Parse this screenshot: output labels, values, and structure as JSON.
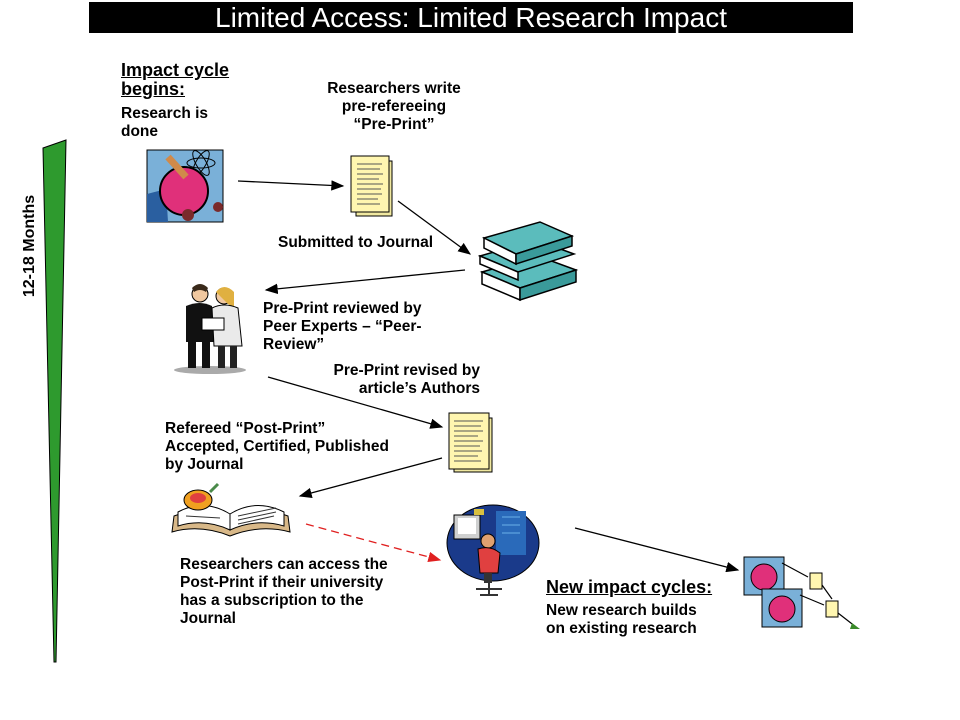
{
  "title": "Limited Access: Limited Research Impact",
  "timeline": {
    "label": "12-18 Months",
    "color": "#2e9a2e"
  },
  "steps": {
    "begin_heading": "Impact cycle begins:",
    "begin_text": "Research is done",
    "write_preprint": [
      "Researchers write",
      "pre-refereeing",
      "“Pre-Print”"
    ],
    "submitted": "Submitted to Journal",
    "peer_review": [
      "Pre-Print reviewed by",
      "Peer Experts – “Peer-",
      "Review”"
    ],
    "revised": [
      "Pre-Print revised by",
      "article’s Authors"
    ],
    "postprint": [
      "Refereed “Post-Print”",
      "Accepted, Certified, Published",
      "by Journal"
    ],
    "access": [
      "Researchers can access the",
      "Post-Print if their university",
      "has a subscription to the",
      "Journal"
    ],
    "new_heading": "New impact cycles:",
    "new_text": [
      "New research builds",
      "on existing research"
    ]
  },
  "icons": {
    "researcher": "researcher-atom-icon",
    "preprint": "document-icon",
    "journals": "journal-stack-icon",
    "reviewers": "peer-reviewers-icon",
    "revised_doc": "revised-document-icon",
    "open_book": "open-book-icon",
    "computer_user": "computer-user-icon",
    "new_cycles": "new-cycles-icon"
  },
  "colors": {
    "book": "#5bbcbc",
    "paper": "#fff6b0",
    "dashed_arrow": "#e02020",
    "researcher": "#e0307a"
  }
}
